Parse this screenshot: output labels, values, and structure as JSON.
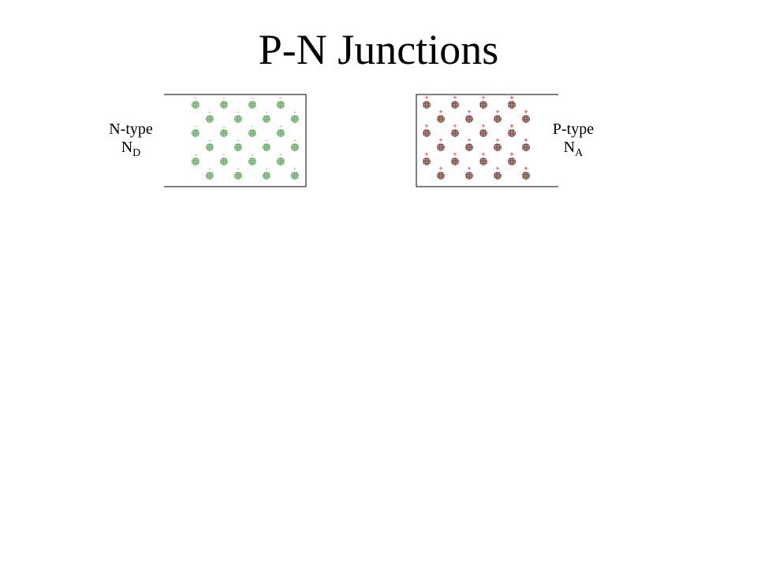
{
  "slide": {
    "title": "P-N Junctions"
  },
  "n_region": {
    "type_label": "N-type",
    "conc_main": "N",
    "conc_sub": "D",
    "atom_color": "#3cc83c",
    "charge_symbol": "-"
  },
  "p_region": {
    "type_label": "P-type",
    "conc_main": "N",
    "conc_sub": "A",
    "atom_color": "#e01818",
    "charge_symbol": "+"
  }
}
